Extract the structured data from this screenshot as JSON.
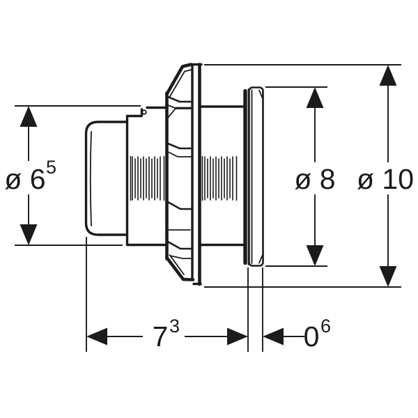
{
  "drawing": {
    "title": "flush-actuator-side-view-technical-drawing",
    "dimensions": {
      "dia65": {
        "base": "ø 6",
        "sup": "5"
      },
      "dia8": {
        "base": "ø 8",
        "sup": ""
      },
      "dia10": {
        "base": "ø 10",
        "sup": ""
      },
      "len73": {
        "base": "7",
        "sup": "3"
      },
      "len06": {
        "base": "0",
        "sup": "6"
      }
    }
  },
  "colors": {
    "line": "#1b1b1b",
    "background": "#ffffff"
  }
}
